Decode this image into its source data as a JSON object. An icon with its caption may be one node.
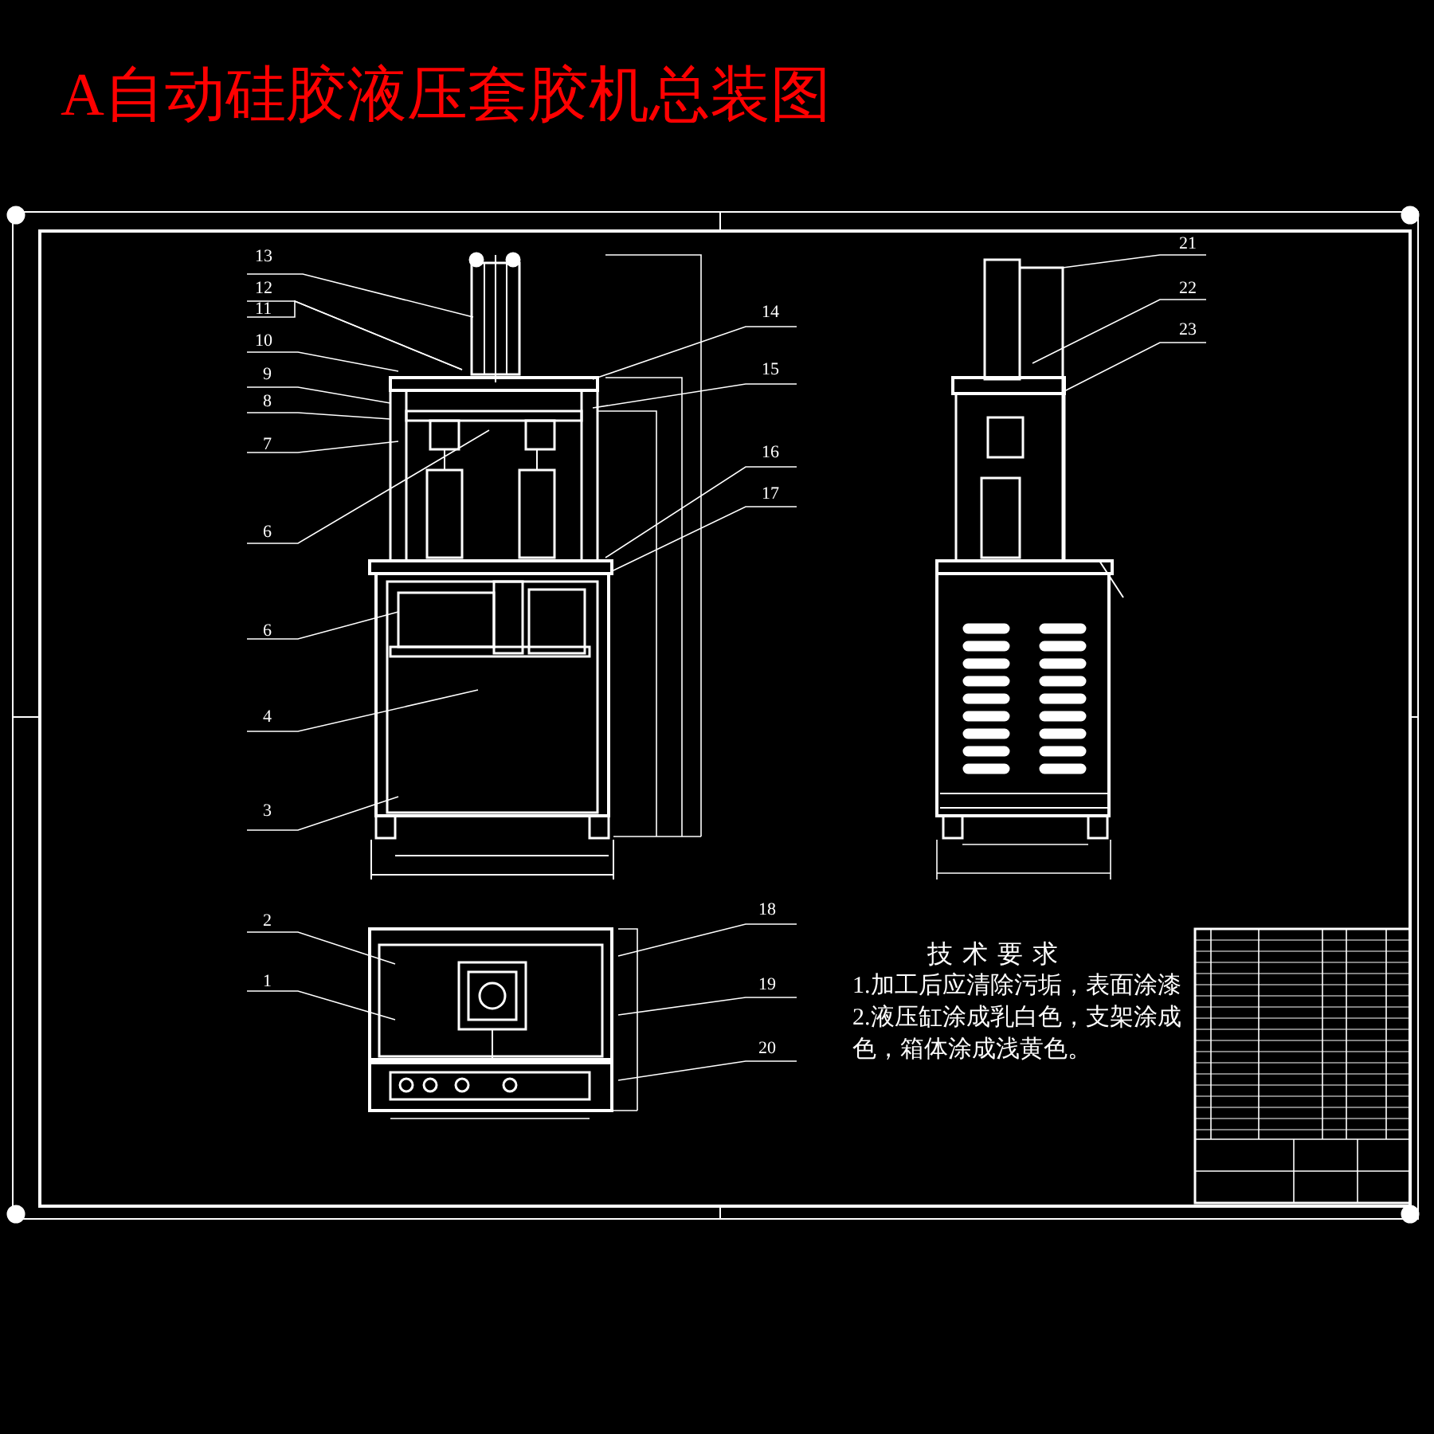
{
  "diagram": {
    "title": "A自动硅胶液压套胶机总装图",
    "nodes": [
      {
        "text": [
          "13"
        ]
      },
      {
        "text": [
          "12"
        ]
      },
      {
        "text": [
          "11"
        ]
      },
      {
        "text": [
          "10"
        ]
      },
      {
        "text": [
          "9"
        ]
      },
      {
        "text": [
          "8"
        ]
      },
      {
        "text": [
          "7"
        ]
      },
      {
        "text": [
          "6"
        ]
      },
      {
        "text": [
          "6"
        ]
      },
      {
        "text": [
          "4"
        ]
      },
      {
        "text": [
          "3"
        ]
      },
      {
        "text": [
          "14"
        ]
      },
      {
        "text": [
          "15"
        ]
      },
      {
        "text": [
          "16"
        ]
      },
      {
        "text": [
          "17"
        ]
      },
      {
        "text": [
          "21"
        ]
      },
      {
        "text": [
          "22"
        ]
      },
      {
        "text": [
          "23"
        ]
      },
      {
        "text": [
          "2"
        ]
      },
      {
        "text": [
          "1"
        ]
      },
      {
        "text": [
          "18"
        ]
      },
      {
        "text": [
          "19"
        ]
      },
      {
        "text": [
          "20"
        ]
      }
    ],
    "edges": [
      {
        "from": 0,
        "to": null,
        "arrow": "none"
      },
      {
        "from": 1,
        "to": null,
        "arrow": "none"
      },
      {
        "from": 2,
        "to": null,
        "arrow": "none"
      },
      {
        "from": 3,
        "to": null,
        "arrow": "none"
      },
      {
        "from": 4,
        "to": null,
        "arrow": "none"
      },
      {
        "from": 5,
        "to": null,
        "arrow": "none"
      },
      {
        "from": 6,
        "to": null,
        "arrow": "none"
      },
      {
        "from": 7,
        "to": null,
        "arrow": "none"
      },
      {
        "from": 8,
        "to": null,
        "arrow": "none"
      },
      {
        "from": 9,
        "to": null,
        "arrow": "none"
      },
      {
        "from": 10,
        "to": null,
        "arrow": "none"
      },
      {
        "from": 11,
        "to": null,
        "arrow": "none"
      },
      {
        "from": 12,
        "to": null,
        "arrow": "none"
      },
      {
        "from": 13,
        "to": null,
        "arrow": "none"
      },
      {
        "from": 14,
        "to": null,
        "arrow": "none"
      },
      {
        "from": 15,
        "to": null,
        "arrow": "none"
      },
      {
        "from": 16,
        "to": null,
        "arrow": "none"
      },
      {
        "from": 17,
        "to": null,
        "arrow": "none"
      },
      {
        "from": 18,
        "to": null,
        "arrow": "none"
      },
      {
        "from": 19,
        "to": null,
        "arrow": "none"
      },
      {
        "from": 20,
        "to": null,
        "arrow": "none"
      },
      {
        "from": 21,
        "to": null,
        "arrow": "none"
      },
      {
        "from": 22,
        "to": null,
        "arrow": "none"
      }
    ],
    "labels": [
      "技术要求",
      "1.加工后应清除污垢，表面涂漆",
      "2.液压缸涂成乳白色，支架涂成",
      "色，箱体涂成浅黄色。"
    ]
  }
}
